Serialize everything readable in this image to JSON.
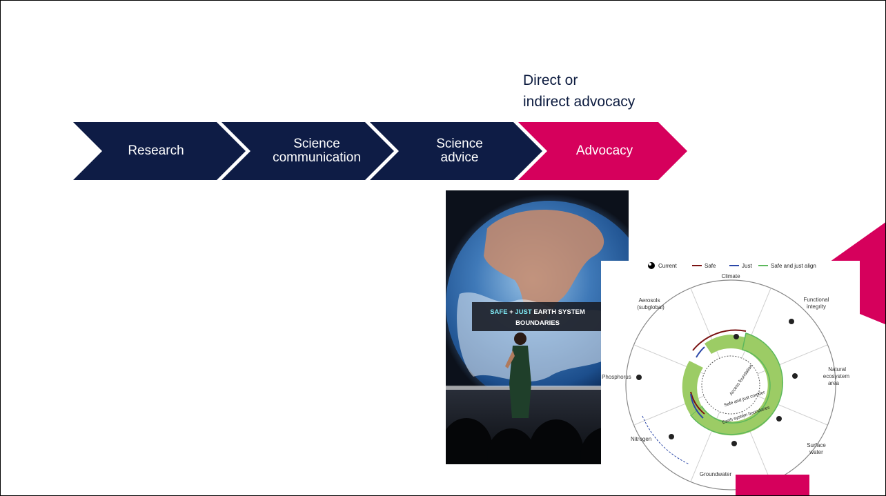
{
  "heading": {
    "line1": "Direct or",
    "line2": "indirect advocacy"
  },
  "chevrons": [
    {
      "lines": [
        "Research"
      ],
      "color": "#0e1c45"
    },
    {
      "lines": [
        "Science",
        "communication"
      ],
      "color": "#0e1c45"
    },
    {
      "lines": [
        "Science",
        "advice"
      ],
      "color": "#0e1c45"
    },
    {
      "lines": [
        "Advocacy"
      ],
      "color": "#d6005c"
    }
  ],
  "photo": {
    "screen_line1_a": "SAFE",
    "screen_line1_b": "+",
    "screen_line1_c": "JUST",
    "screen_line1_d": "EARTH SYSTEM",
    "screen_line2": "BOUNDARIES"
  },
  "diagram": {
    "legend": [
      {
        "label": "Current",
        "color": "#000000",
        "icon": "globe-icon"
      },
      {
        "label": "Safe",
        "color": "#7a1212"
      },
      {
        "label": "Just",
        "color": "#2b47a8"
      },
      {
        "label": "Safe and just align",
        "color": "#5cb85c"
      }
    ],
    "domains": {
      "climate": "Climate",
      "functional_integrity": [
        "Functional",
        "integrity"
      ],
      "natural_ecosystem": [
        "Natural",
        "ecosystem",
        "area"
      ],
      "surface_water": [
        "Surface",
        "water"
      ],
      "groundwater": "Groundwater",
      "nitrogen": "Nitrogen",
      "phosphorus": "Phosphorus",
      "aerosols": [
        "Aerosols",
        "(subglobal)"
      ]
    },
    "inner_labels": {
      "access": "Access foundation",
      "corridor": "Safe and just corridor",
      "boundaries": "Earth system boundaries"
    }
  },
  "colors": {
    "navy": "#0e1c45",
    "magenta": "#d6005c",
    "green": "#9ccc65"
  }
}
